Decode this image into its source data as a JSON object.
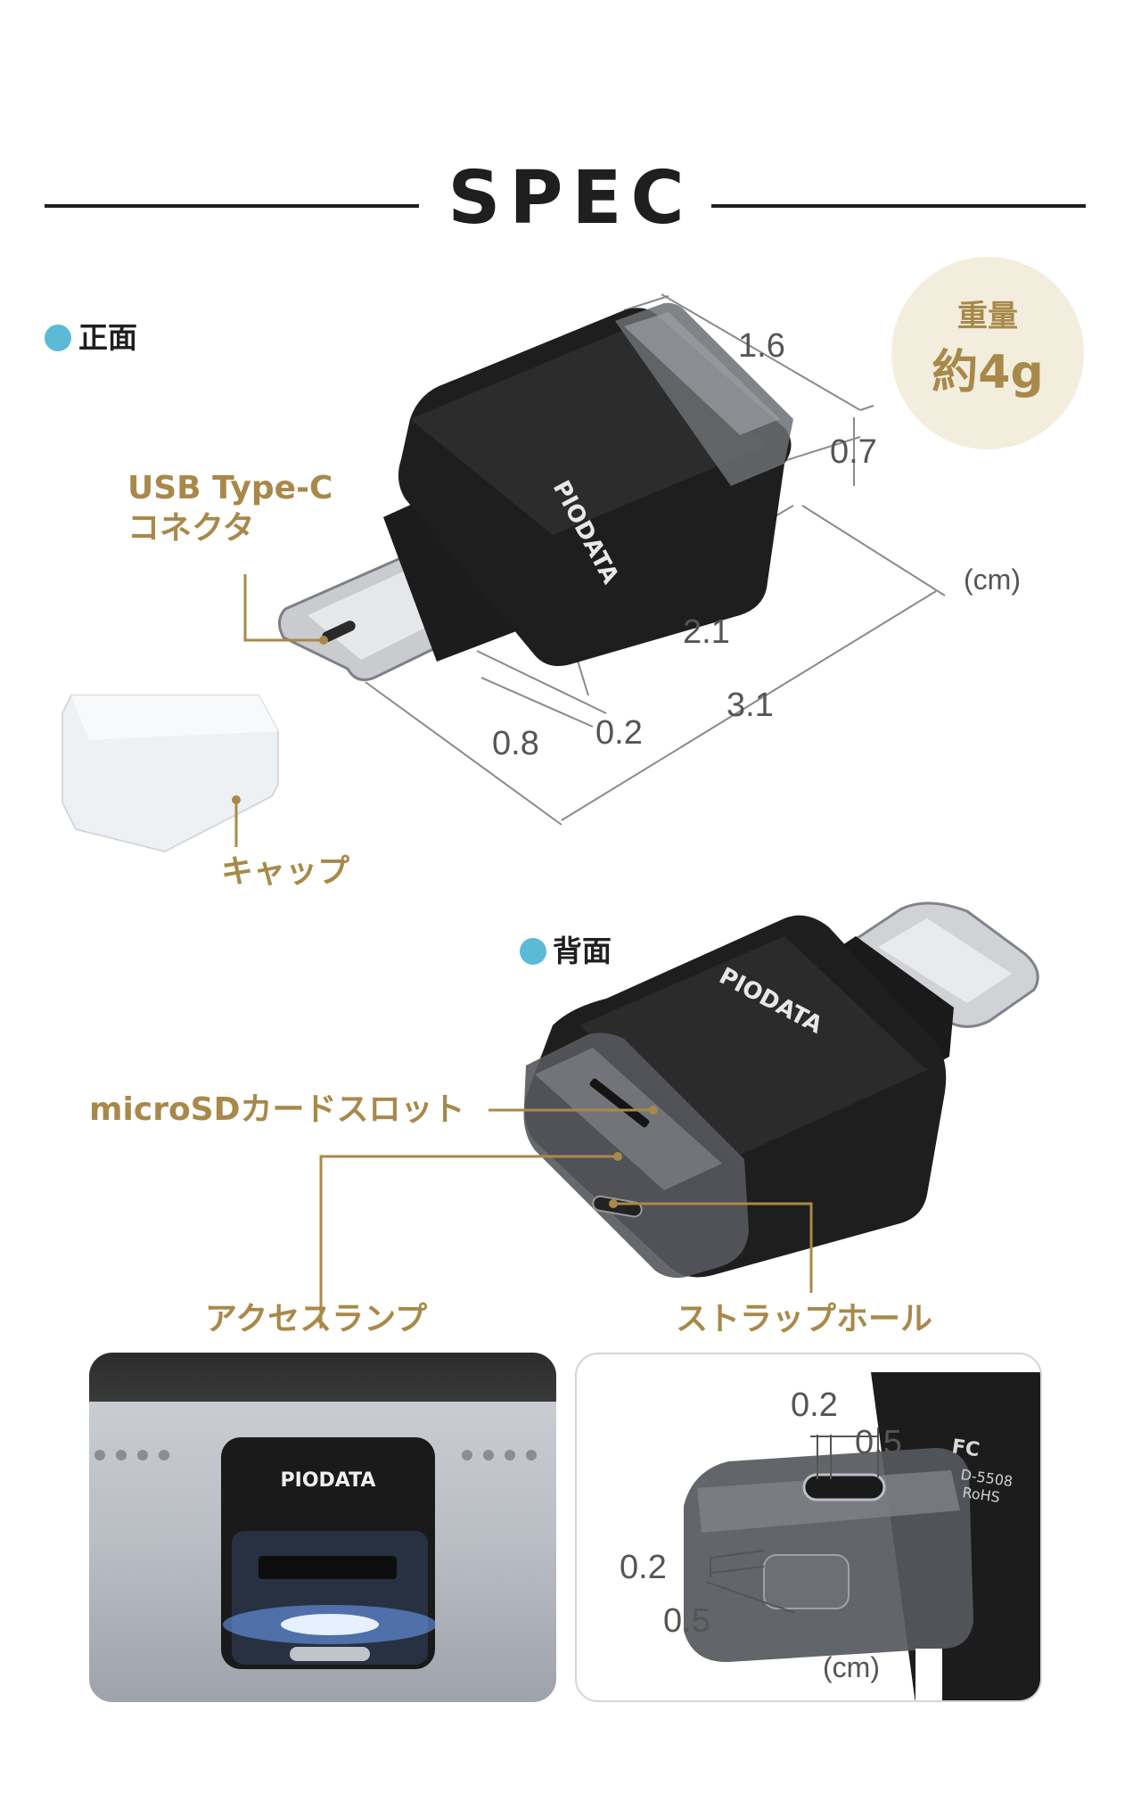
{
  "header": {
    "title": "SPEC"
  },
  "front": {
    "section_label": "正面",
    "connector_label_line1": "USB Type-C",
    "connector_label_line2": "コネクタ",
    "cap_label": "キャップ",
    "brand": "PIODATA",
    "dims": {
      "width": "1.6",
      "thickness": "0.7",
      "body_length": "2.1",
      "total_length": "3.1",
      "plug_length": "0.8",
      "gap": "0.2"
    },
    "unit": "(cm)"
  },
  "weight": {
    "label": "重量",
    "value": "約4g"
  },
  "back": {
    "section_label": "背面",
    "slot_label": "microSDカードスロット",
    "lamp_label": "アクセスランプ",
    "strap_label": "ストラップホール",
    "brand": "PIODATA"
  },
  "photo": {
    "brand": "PIODATA"
  },
  "closeup": {
    "dims": {
      "top_a": "0.2",
      "top_b": "0.5",
      "side_a": "0.2",
      "side_b": "0.5"
    },
    "unit": "(cm)",
    "marks": "FC",
    "text_code": "D-5508",
    "text_rohs": "RoHS"
  },
  "colors": {
    "accent_gold": "#a8894a",
    "dot_blue": "#5bbad6",
    "weight_bg": "#f3eddd",
    "rule": "#1f1f1f"
  }
}
